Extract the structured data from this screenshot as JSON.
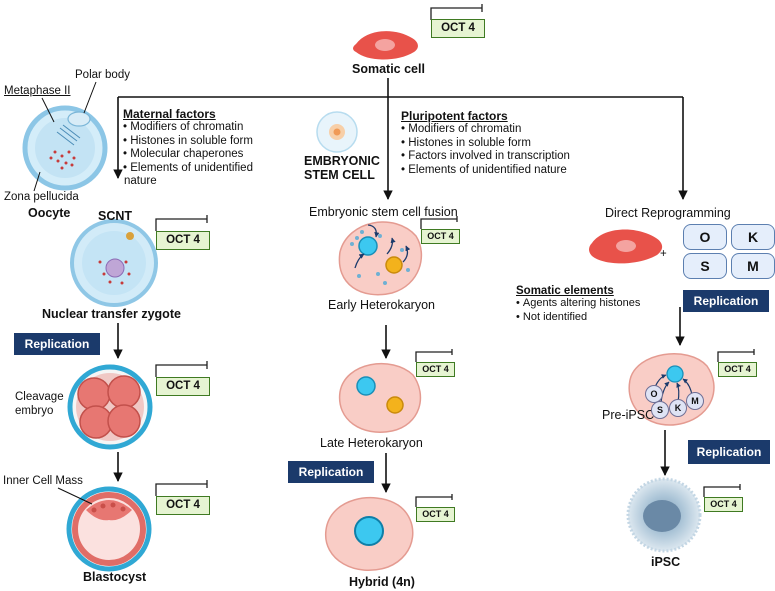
{
  "labels": {
    "somatic_cell": "Somatic cell",
    "metaphase_ii": "Metaphase II",
    "polar_body": "Polar body",
    "zona_pellucida": "Zona pellucida",
    "oocyte": "Oocyte",
    "scnt": "SCNT",
    "nuclear_transfer_zygote": "Nuclear transfer zygote",
    "cleavage_embryo_1": "Cleavage",
    "cleavage_embryo_2": "embryo",
    "inner_cell_mass": "Inner Cell Mass",
    "blastocyst": "Blastocyst",
    "embryonic_stem_cell_1": "EMBRYONIC",
    "embryonic_stem_cell_2": "STEM CELL",
    "es_cell_fusion": "Embryonic stem cell fusion",
    "early_heterokaryon": "Early Heterokaryon",
    "late_heterokaryon": "Late Heterokaryon",
    "hybrid": "Hybrid (4n)",
    "direct_reprogramming": "Direct Reprogramming",
    "pre_ipsc": "Pre-iPSC",
    "ipsc": "iPSC",
    "plus": "+"
  },
  "oct4": "OCT 4",
  "replication": "Replication",
  "maternal_factors": {
    "heading": "Maternal factors",
    "items": [
      "Modifiers of chromatin",
      "Histones in soluble form",
      "Molecular chaperones",
      "Elements of unidentified",
      "nature"
    ]
  },
  "pluripotent_factors": {
    "heading": "Pluripotent factors",
    "items": [
      "Modifiers of chromatin",
      "Histones in soluble form",
      "Factors involved in transcription",
      "Elements of unidentified nature"
    ]
  },
  "somatic_elements": {
    "heading": "Somatic elements",
    "items": [
      "Agents altering histones",
      "Not identified"
    ]
  },
  "osk_factors": [
    "O",
    "K",
    "S",
    "M"
  ],
  "colors": {
    "oct_box_fill": "#e6f4d2",
    "oct_box_border": "#3f7a22",
    "replication_fill": "#1b3a6b",
    "somatic_cell": "#e8524a",
    "heterokaryon_fill": "#f9cdc6",
    "oocyte_fill": "#cfe9f7",
    "nucleus_cyan": "#3cc8f0",
    "nucleus_orange": "#f3b21c"
  }
}
